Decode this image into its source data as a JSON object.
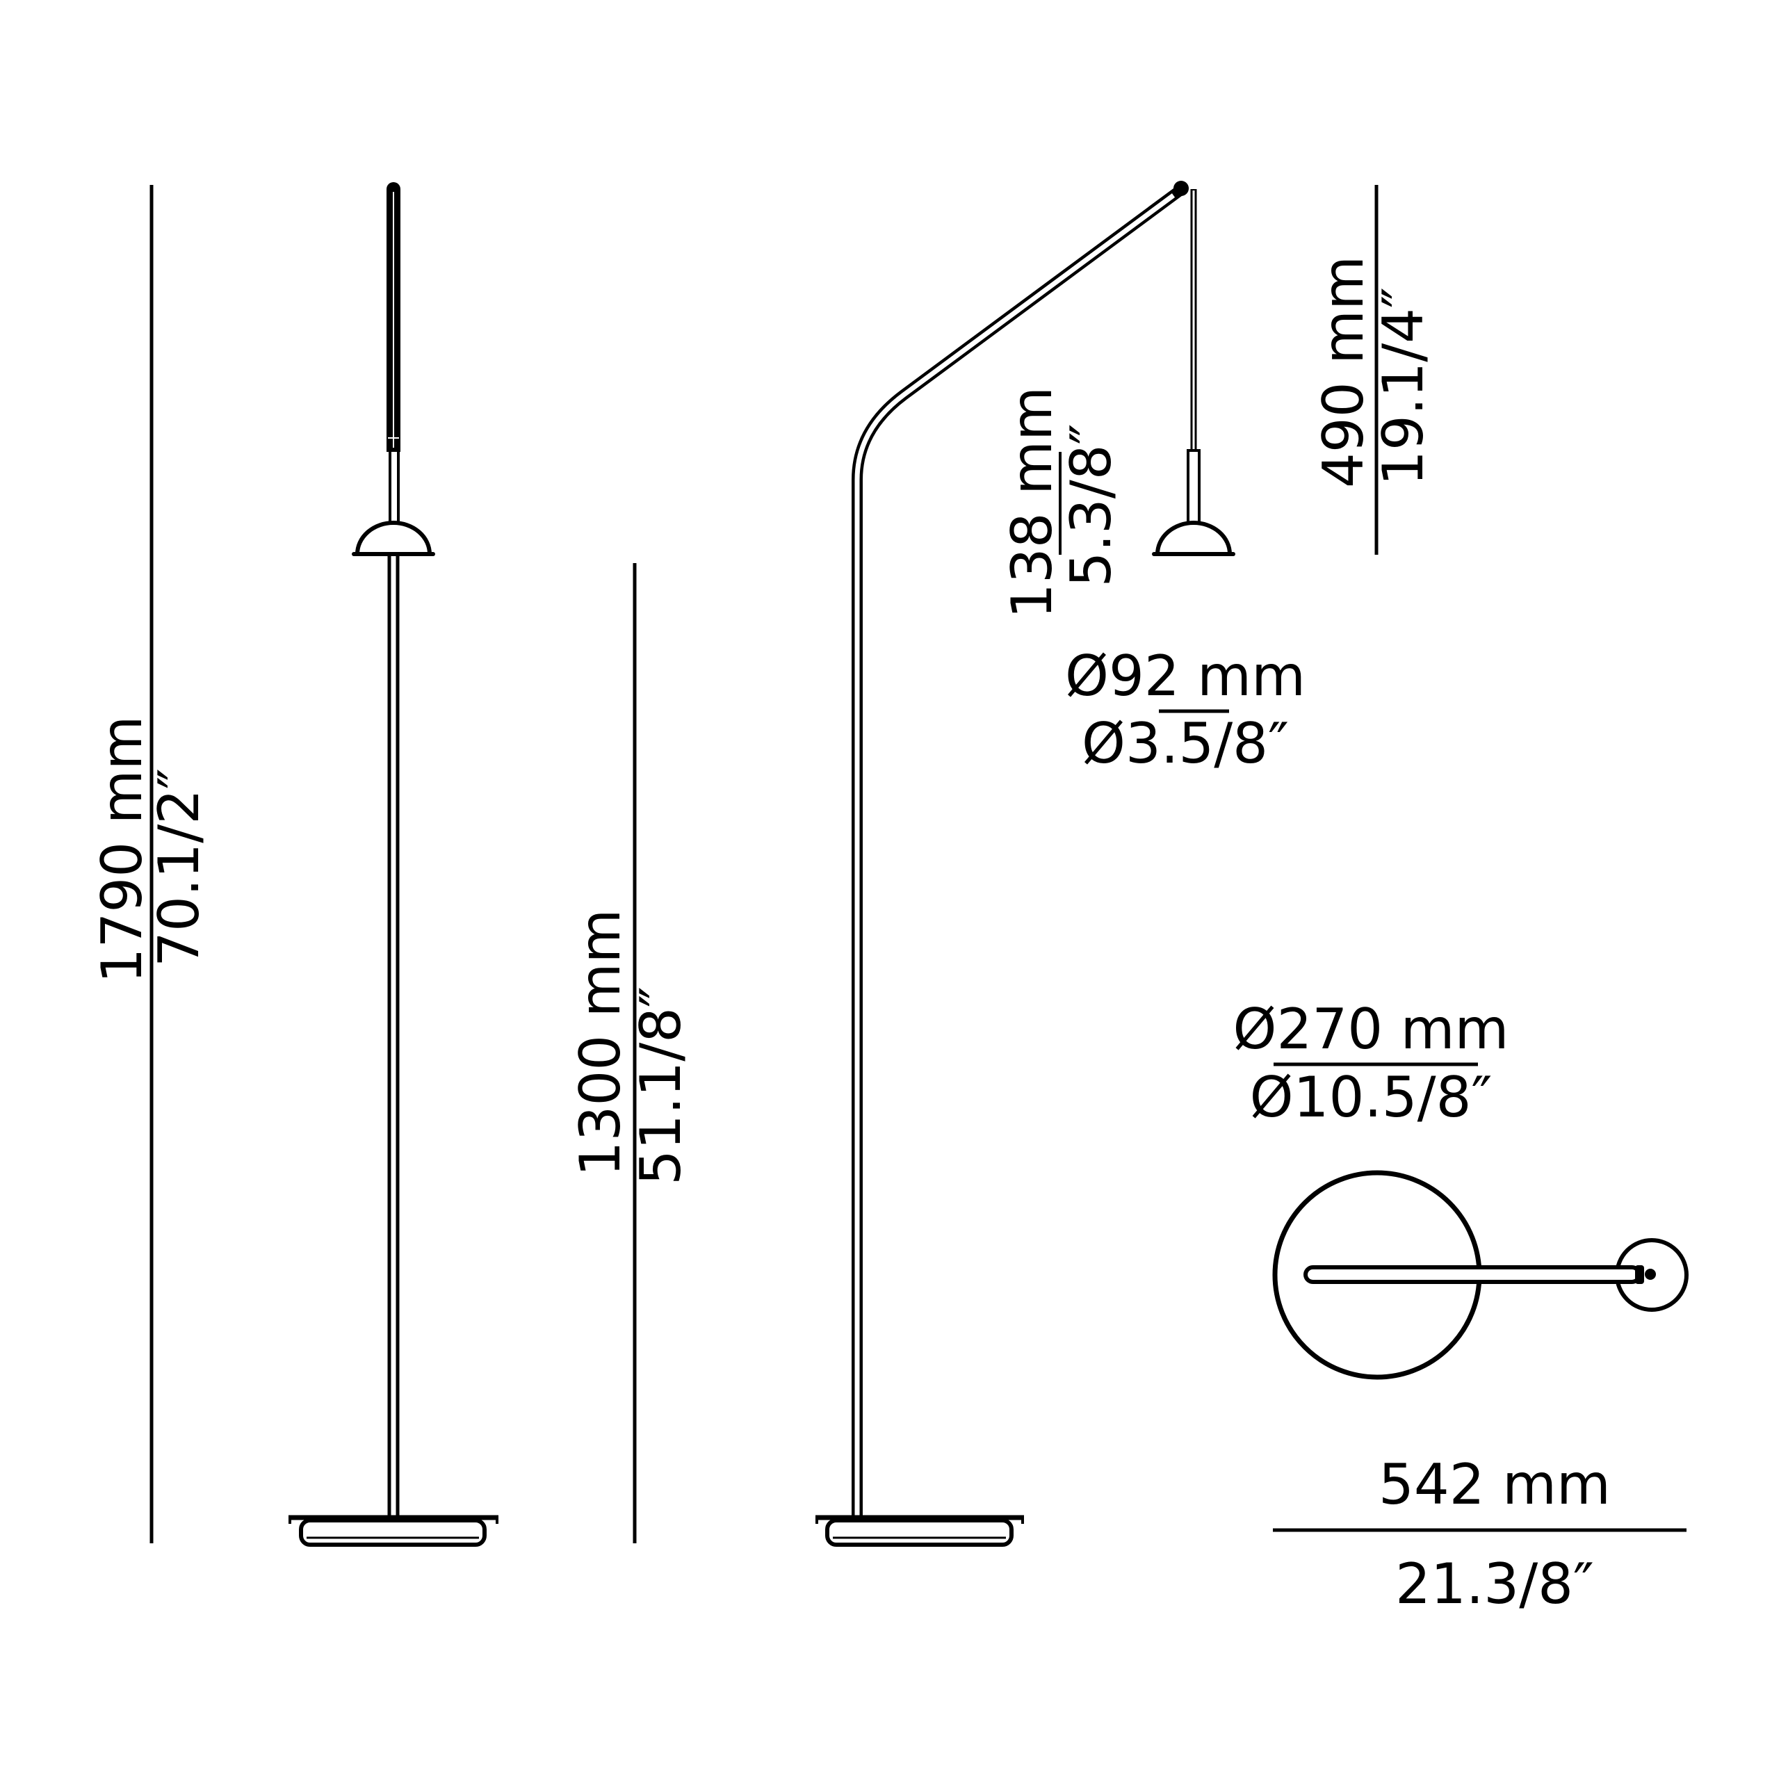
{
  "drawing": {
    "title": "floor-lamp-dimension-drawing",
    "line_color": "#000000",
    "background_color": "#ffffff",
    "views": {
      "front": "front-view",
      "side": "side-view",
      "top": "top-view"
    },
    "dimensions": {
      "total_height": {
        "mm": "1790 mm",
        "inch": "70.1/2″"
      },
      "pole_height": {
        "mm": "1300 mm",
        "inch": "51.1/8″"
      },
      "head_drop": {
        "mm": "490 mm",
        "inch": "19.1/4″"
      },
      "shade_height": {
        "mm": "138 mm",
        "inch": "5.3/8″"
      },
      "shade_diameter": {
        "mm": "Ø92 mm",
        "inch": "Ø3.5/8″"
      },
      "base_diameter": {
        "mm": "Ø270 mm",
        "inch": "Ø10.5/8″"
      },
      "arm_reach": {
        "mm": "542 mm",
        "inch": "21.3/8″"
      }
    }
  }
}
